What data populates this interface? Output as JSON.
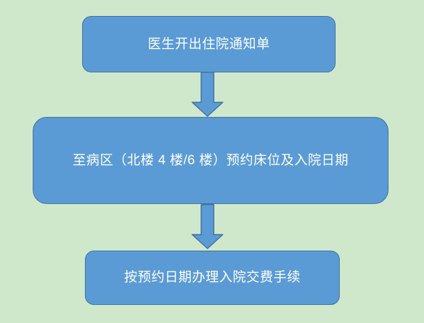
{
  "page": {
    "background_color": "#cfe8cc"
  },
  "flowchart": {
    "colors": {
      "node_fill": "#5b9bd5",
      "node_border": "#41719c",
      "node_text": "#ffffff"
    },
    "nodes": [
      {
        "id": "step1",
        "label": "医生开出住院通知单"
      },
      {
        "id": "step2",
        "label": "至病区（北楼 4 楼/6 楼）预约床位及入院日期"
      },
      {
        "id": "step3",
        "label": "按预约日期办理入院交费手续"
      }
    ],
    "connectors": [
      {
        "from": "step1",
        "to": "step2",
        "shape": "down-block-arrow"
      },
      {
        "from": "step2",
        "to": "step3",
        "shape": "down-block-arrow"
      }
    ]
  }
}
